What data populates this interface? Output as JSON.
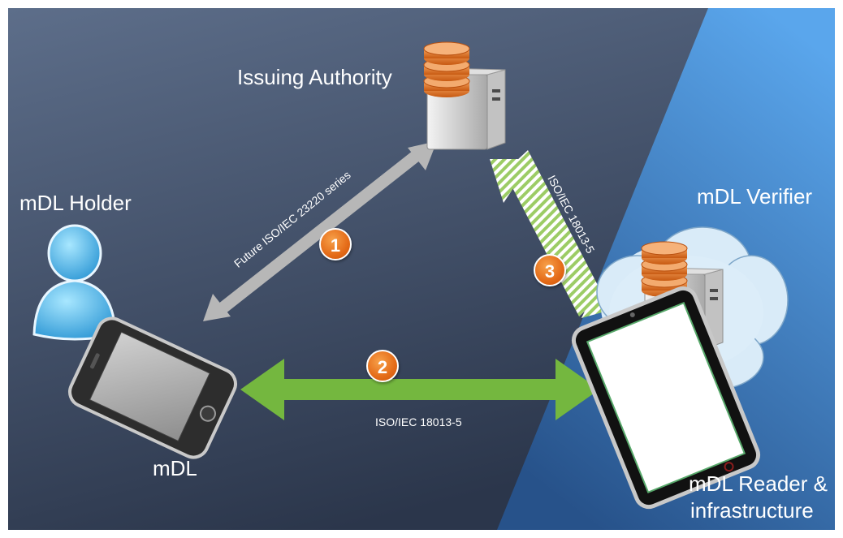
{
  "labels": {
    "issuing_authority": "Issuing Authority",
    "mdl_holder": "mDL Holder",
    "mdl_verifier": "mDL Verifier",
    "mdl": "mDL",
    "mdl_reader_line1": "mDL Reader &",
    "mdl_reader_line2": "infrastructure"
  },
  "links": [
    {
      "step": "1",
      "protocol": "Future ISO/IEC 23220 series",
      "color": "#b7b7b7"
    },
    {
      "step": "2",
      "protocol": "ISO/IEC 18013-5",
      "color": "#74b73f"
    },
    {
      "step": "3",
      "protocol": "ISO/IEC 18013-5",
      "color": "#b5dd86"
    }
  ],
  "colors": {
    "bg_dark": "#3a4a64",
    "bg_blue": "#3f7ec4",
    "badge": "#e8721e"
  },
  "icons": [
    "server-icon",
    "person-icon",
    "phone-icon",
    "tablet-icon",
    "cloud-icon"
  ]
}
